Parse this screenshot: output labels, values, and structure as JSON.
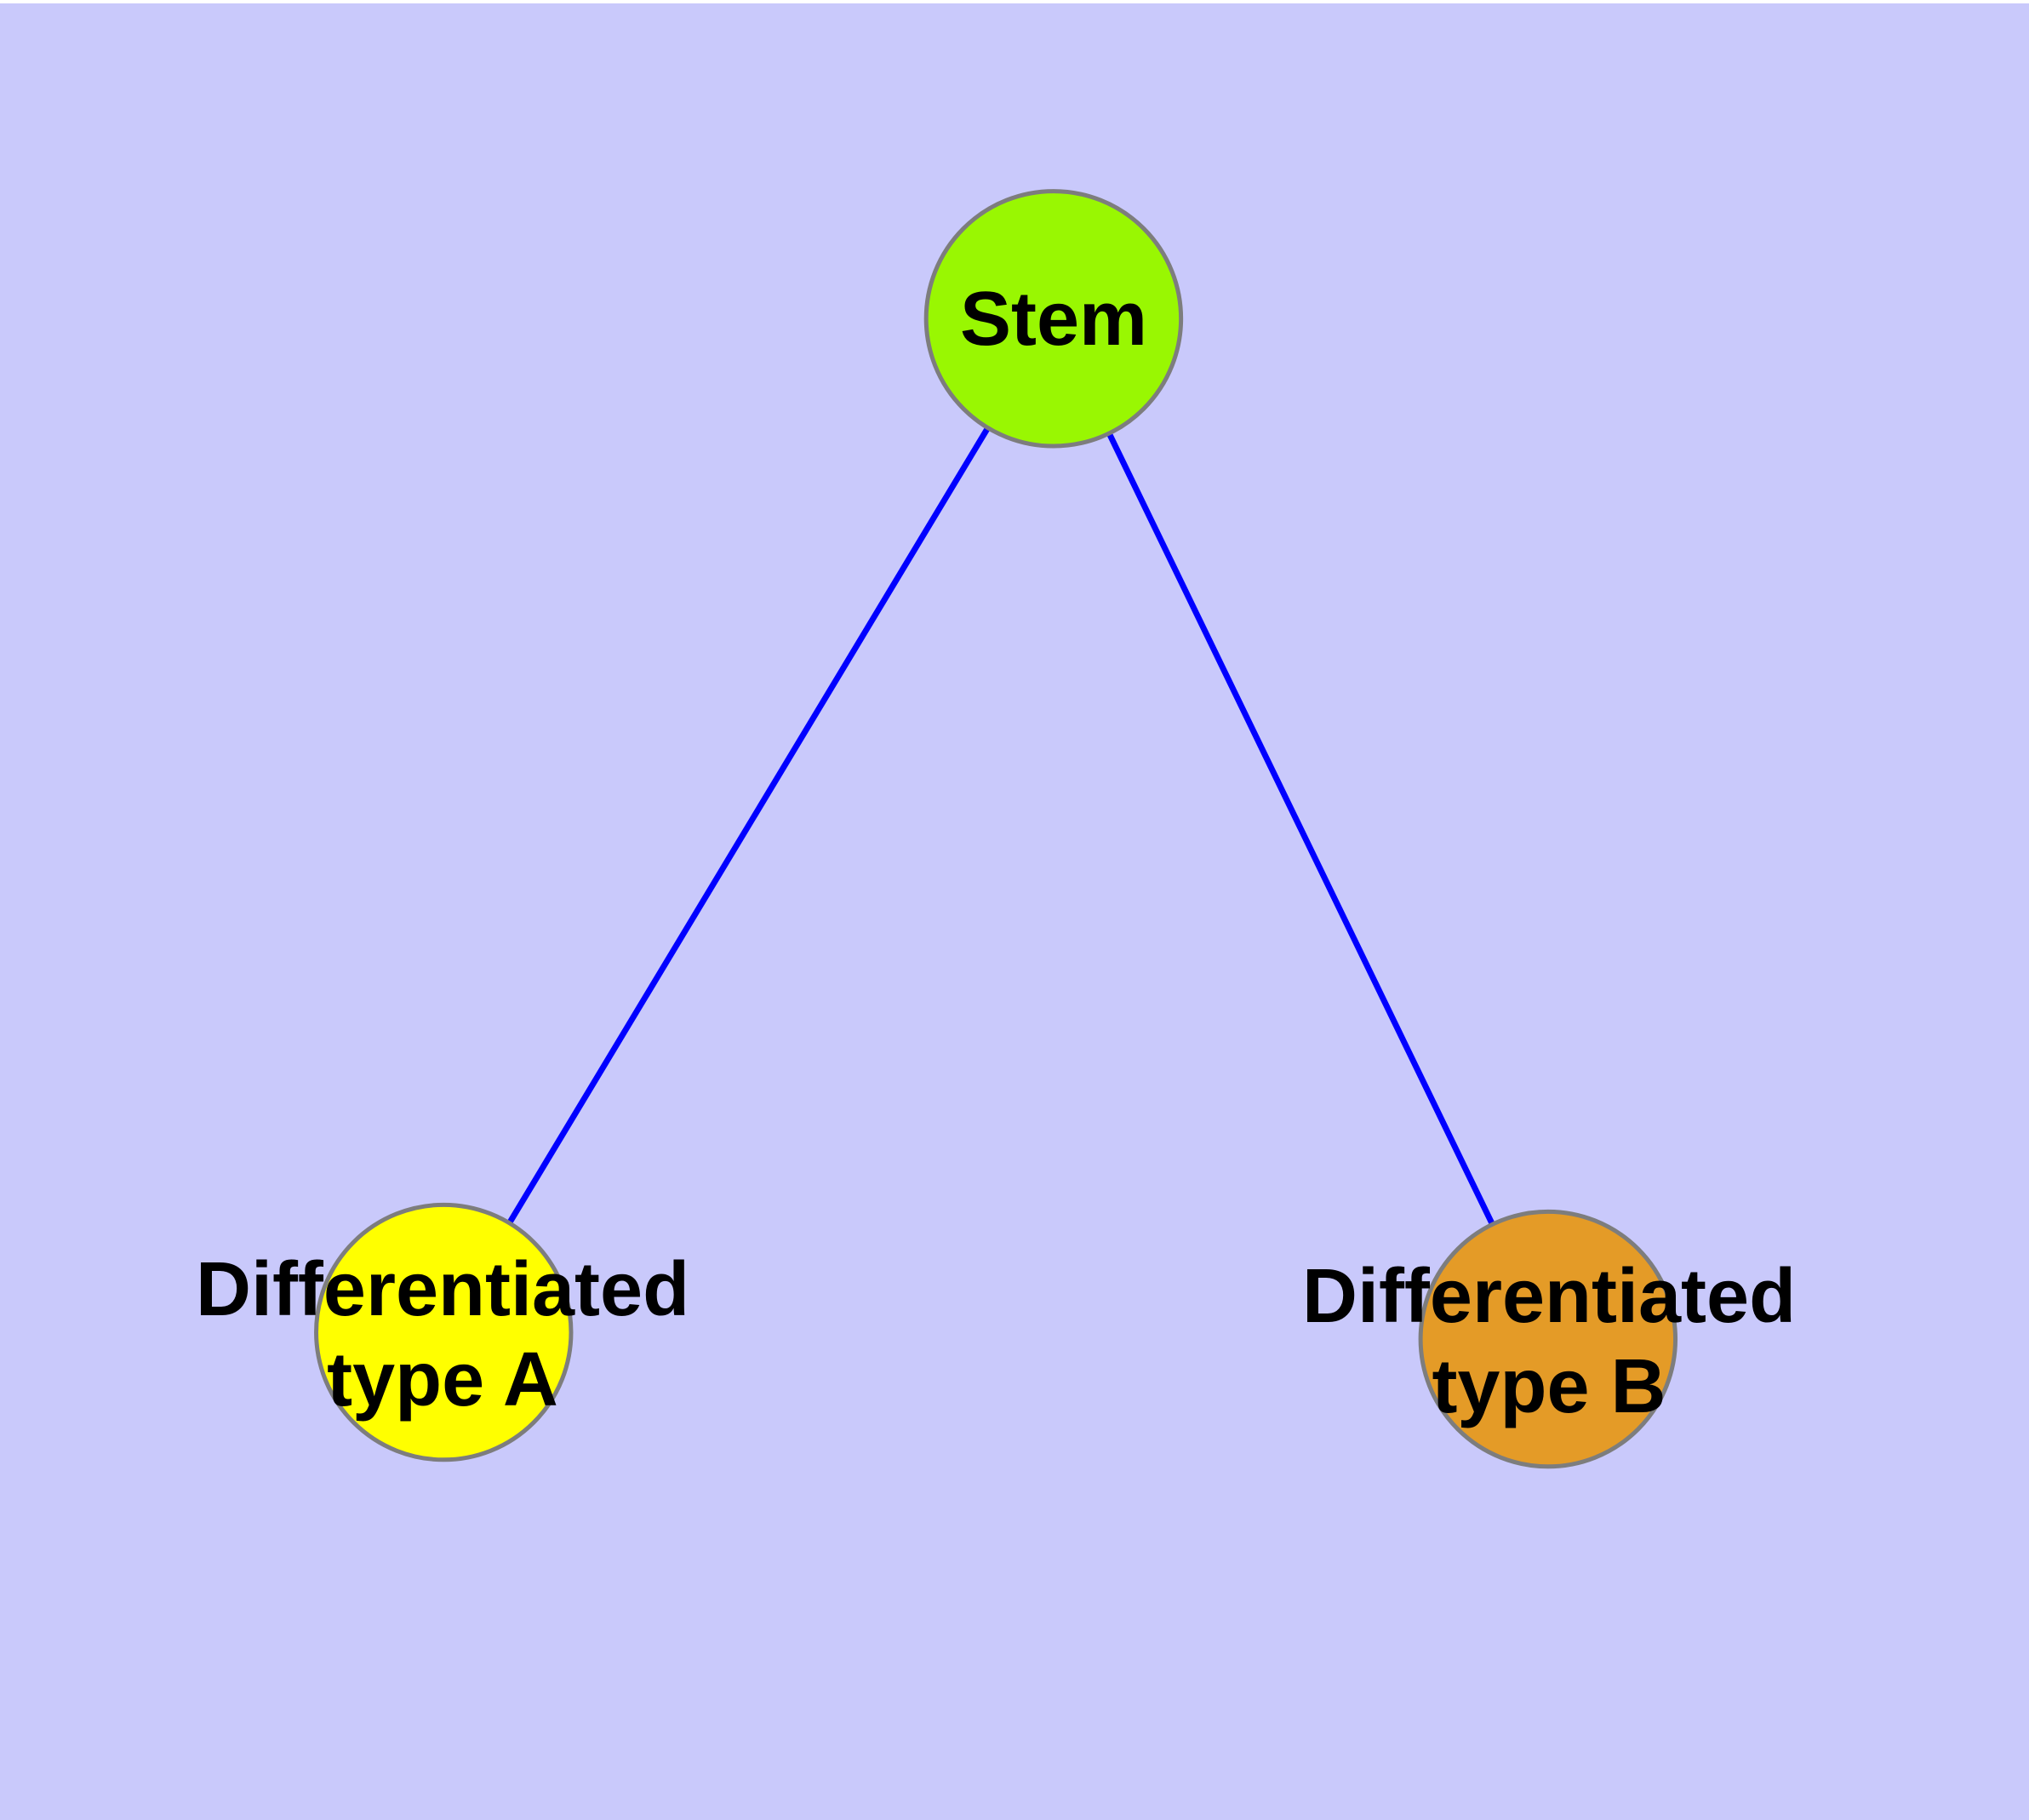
{
  "diagram": {
    "background_color": "#C9C9FB",
    "edge_color": "#0000FF",
    "node_border_color": "#7D7D7D",
    "label_color": "#000000",
    "nodes": [
      {
        "id": "stem",
        "label": "Stem",
        "fill": "#99F702"
      },
      {
        "id": "type-a",
        "label": "Differentiated\ntype A",
        "fill": "#FFFF00"
      },
      {
        "id": "type-b",
        "label": "Differentiated\ntype B",
        "fill": "#E49B27"
      }
    ],
    "edges": [
      {
        "from": "stem",
        "to": "type-a"
      },
      {
        "from": "stem",
        "to": "type-b"
      }
    ]
  }
}
